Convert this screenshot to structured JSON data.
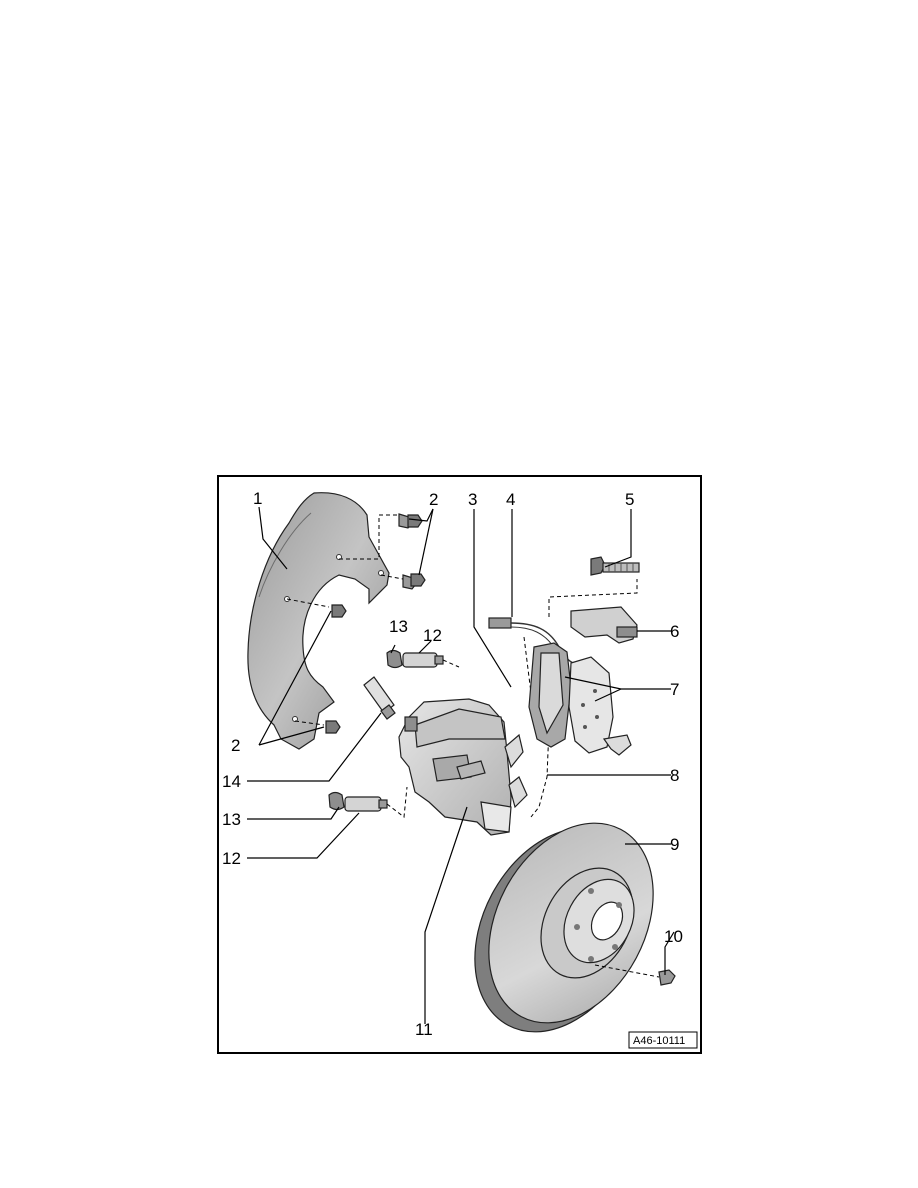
{
  "figure": {
    "reference_code": "A46-10111",
    "callouts": [
      "1",
      "2",
      "2",
      "3",
      "4",
      "5",
      "6",
      "7",
      "8",
      "9",
      "10",
      "11",
      "12",
      "12",
      "13",
      "13",
      "14"
    ]
  },
  "colors": {
    "frame": "#000000",
    "part_fill": "#c8c8c8",
    "part_dark": "#8e8e8e",
    "part_light": "#e4e4e4"
  }
}
